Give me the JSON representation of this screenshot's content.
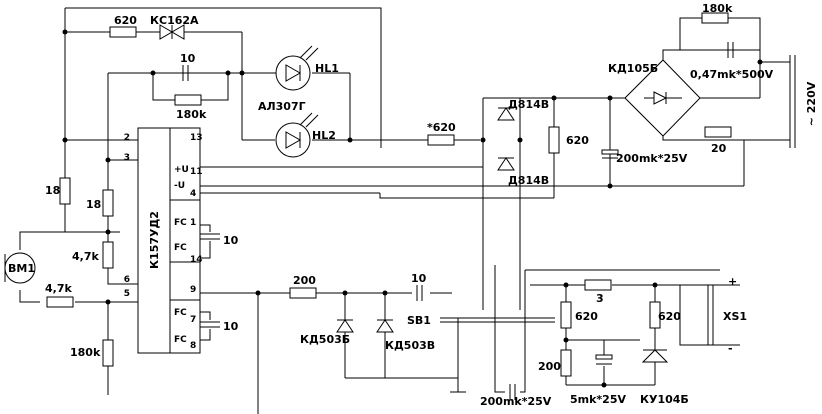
{
  "ic": {
    "name": "К157УД2",
    "pins": [
      "2",
      "3",
      "5",
      "6",
      "13",
      "11",
      "4",
      "1",
      "14",
      "9",
      "7",
      "8"
    ],
    "fc": [
      "FC",
      "FC",
      "FC",
      "FC"
    ],
    "pwr": [
      "+U",
      "-U"
    ]
  },
  "components": {
    "r620_top": "620",
    "kc162a": "КС162А",
    "c10_fb": "10",
    "r180k_fb": "180k",
    "hl1": "HL1",
    "hl2": "HL2",
    "al307g": "АЛ307Г",
    "r18a": "18",
    "r18b": "18",
    "r4k7a": "4,7k",
    "r4k7b": "4,7k",
    "r180k_bot": "180k",
    "bm1": "BM1",
    "c10a": "10",
    "c10b": "10",
    "r200": "200",
    "c10_out": "10",
    "kd503b": "КД503Б",
    "kd503v": "КД503В",
    "sb1": "SB1",
    "c200_a": "200mk*25V",
    "r620_star": "*620",
    "d814v_a": "Д814В",
    "d814v_b": "Д814В",
    "r620_mid": "620",
    "c200_b": "200mk*25V",
    "kd105b": "КД105Б",
    "r180k_tr": "180k",
    "c047": "0,47mk*500V",
    "r20": "20",
    "v220": "~ 220V",
    "r3": "3",
    "r620_c": "620",
    "r620_d": "620",
    "xs1": "XS1",
    "plus": "+",
    "minus": "-",
    "r200_b": "200",
    "c5mk": "5mk*25V",
    "ku104b": "КУ104Б"
  }
}
